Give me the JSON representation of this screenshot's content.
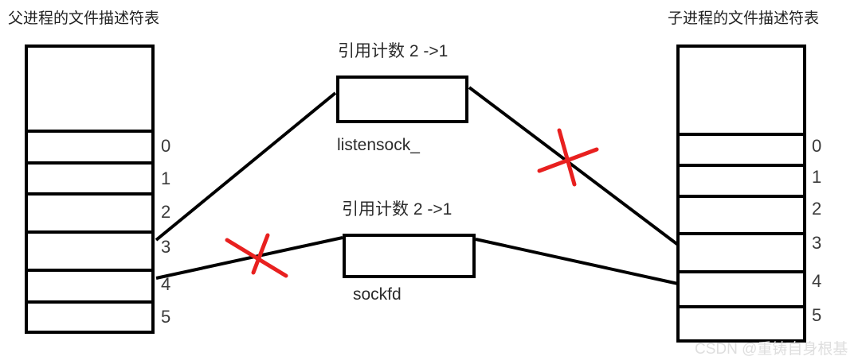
{
  "diagram": {
    "title_parent": "父进程的文件描述符表",
    "title_child": "子进程的文件描述符表",
    "watermark": "CSDN @重铸自身根基",
    "accent_red": "#e8201f",
    "line_color": "#000000"
  },
  "parent_table": {
    "name": "父进程的文件描述符表",
    "row_labels": [
      "0",
      "1",
      "2",
      "3",
      "4",
      "5"
    ]
  },
  "child_table": {
    "name": "子进程的文件描述符表",
    "row_labels": [
      "0",
      "1",
      "2",
      "3",
      "4",
      "5"
    ]
  },
  "file_objects": [
    {
      "ref_count": "引用计数 2 ->1",
      "caption": "listensock_"
    },
    {
      "ref_count": "引用计数 2 ->1",
      "caption": "sockfd"
    }
  ],
  "links": [
    {
      "from": "parent-fd-3",
      "to": "listensock-box",
      "cut": false
    },
    {
      "from": "listensock-box",
      "to": "child-fd-3",
      "cut": true
    },
    {
      "from": "parent-fd-4",
      "to": "sockfd-box",
      "cut": true
    },
    {
      "from": "sockfd-box",
      "to": "child-fd-4",
      "cut": false
    }
  ]
}
